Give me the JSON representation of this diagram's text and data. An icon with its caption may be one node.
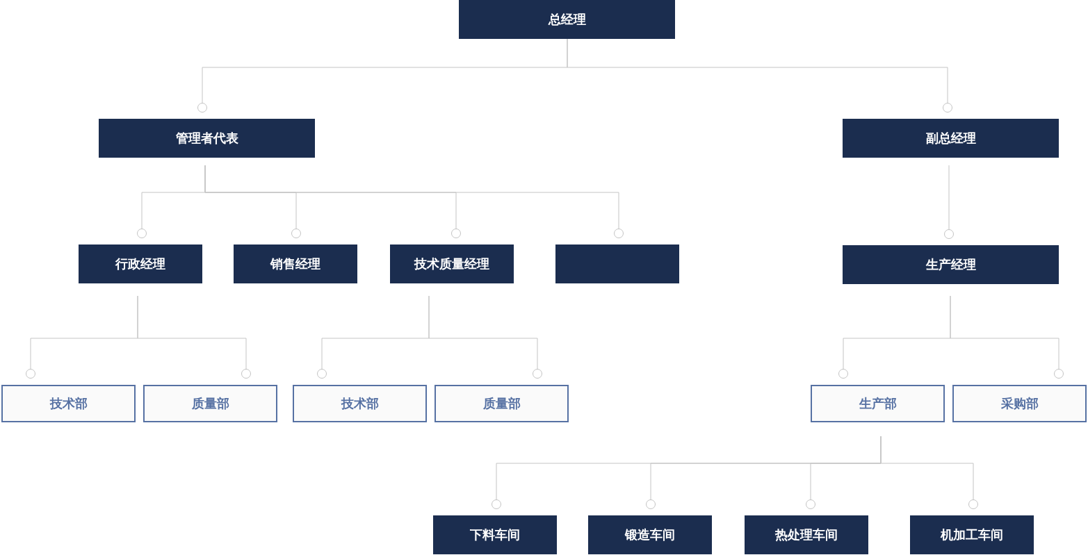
{
  "diagram": {
    "nodes": [
      {
        "text": [
          "总经理"
        ]
      },
      {
        "text": [
          "管理者代表"
        ]
      },
      {
        "text": [
          "副总经理"
        ]
      },
      {
        "text": [
          "行政经理"
        ]
      },
      {
        "text": [
          "销售经理"
        ]
      },
      {
        "text": [
          "技术质量经理"
        ]
      },
      {
        "text": [],
        "shape": "box"
      },
      {
        "text": [
          "生产经理"
        ]
      },
      {
        "text": [
          "技术部"
        ]
      },
      {
        "text": [
          "质量部"
        ]
      },
      {
        "text": [
          "技术部"
        ]
      },
      {
        "text": [
          "质量部"
        ]
      },
      {
        "text": [
          "生产部"
        ]
      },
      {
        "text": [
          "采购部"
        ]
      },
      {
        "text": [
          "下料车间"
        ]
      },
      {
        "text": [
          "锻造车间"
        ]
      },
      {
        "text": [
          "热处理车间"
        ]
      },
      {
        "text": [
          "机加工车间"
        ]
      }
    ],
    "edges": [
      {
        "from": 0,
        "to": 1,
        "arrow": "other"
      },
      {
        "from": 0,
        "to": 2,
        "arrow": "other"
      },
      {
        "from": 1,
        "to": 3,
        "arrow": "other"
      },
      {
        "from": 1,
        "to": 4,
        "arrow": "other"
      },
      {
        "from": 1,
        "to": 5,
        "arrow": "other"
      },
      {
        "from": 1,
        "to": 6,
        "arrow": "other"
      },
      {
        "from": 2,
        "to": 7,
        "arrow": "other"
      },
      {
        "from": 3,
        "to": 8,
        "arrow": "other"
      },
      {
        "from": 3,
        "to": 9,
        "arrow": "other"
      },
      {
        "from": 5,
        "to": 10,
        "arrow": "other"
      },
      {
        "from": 5,
        "to": 11,
        "arrow": "other"
      },
      {
        "from": 7,
        "to": 12,
        "arrow": "other"
      },
      {
        "from": 7,
        "to": 13,
        "arrow": "other"
      },
      {
        "from": 12,
        "to": 14,
        "arrow": "other"
      },
      {
        "from": 12,
        "to": 15,
        "arrow": "other"
      },
      {
        "from": 12,
        "to": 16,
        "arrow": "other"
      },
      {
        "from": 12,
        "to": 17,
        "arrow": "other"
      }
    ]
  }
}
